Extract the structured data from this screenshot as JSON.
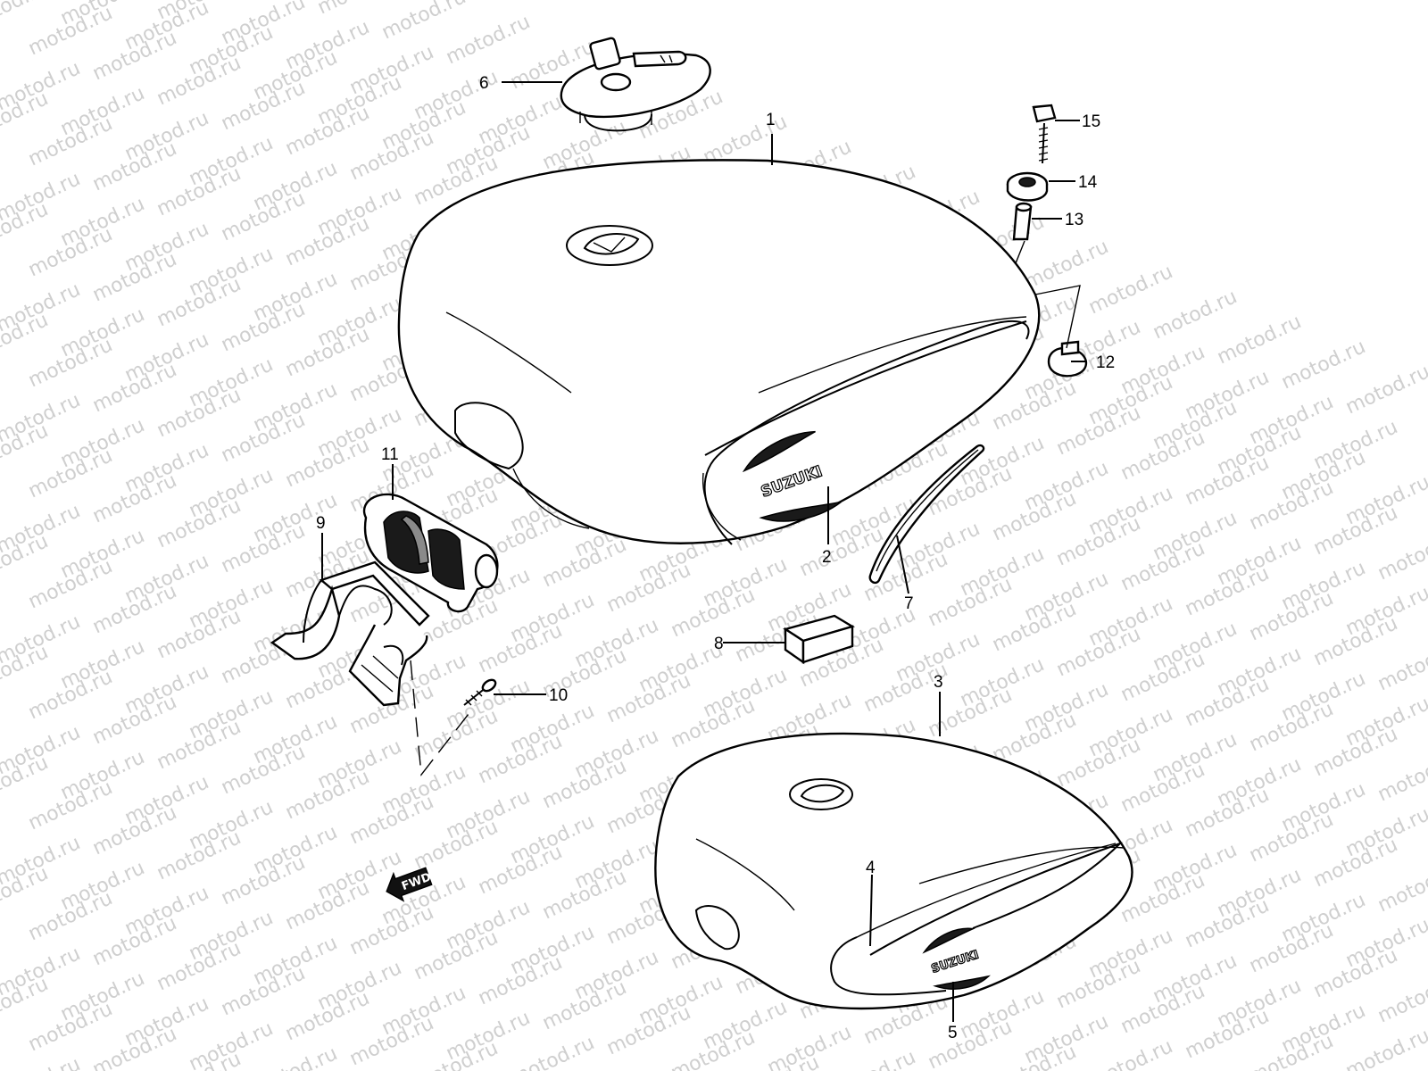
{
  "watermark": "motod.ru",
  "brand_logo": "SUZUKI",
  "fwd_label": "FWD",
  "callouts": [
    {
      "id": "1",
      "label": "1"
    },
    {
      "id": "2",
      "label": "2"
    },
    {
      "id": "3",
      "label": "3"
    },
    {
      "id": "4",
      "label": "4"
    },
    {
      "id": "5",
      "label": "5"
    },
    {
      "id": "6",
      "label": "6"
    },
    {
      "id": "7",
      "label": "7"
    },
    {
      "id": "8",
      "label": "8"
    },
    {
      "id": "9",
      "label": "9"
    },
    {
      "id": "10",
      "label": "10"
    },
    {
      "id": "11",
      "label": "11"
    },
    {
      "id": "12",
      "label": "12"
    },
    {
      "id": "13",
      "label": "13"
    },
    {
      "id": "14",
      "label": "14"
    },
    {
      "id": "15",
      "label": "15"
    }
  ]
}
